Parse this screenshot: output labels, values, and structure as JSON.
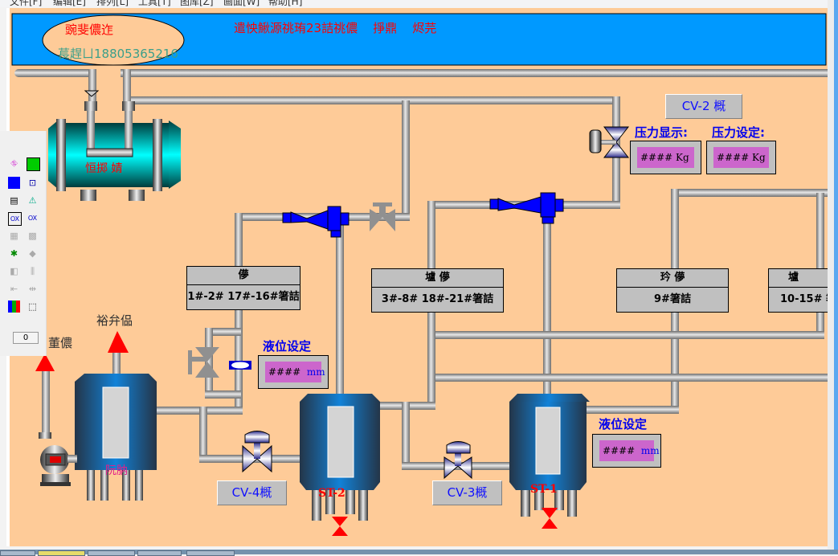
{
  "menubar": {
    "items": [
      "文件[F]",
      "编辑[E]",
      "排列[L]",
      "工具[T]",
      "图库[Z]",
      "画面[W]",
      "帮助[H]"
    ]
  },
  "banner": {
    "company_title": "豌斐儂迮",
    "phone": "萇趕ㄩ18805365216",
    "headline": "遣怏鰍源祧珛23詰祧儂",
    "headline_part2": "掙鼎",
    "headline_part3": "烬芫",
    "colors": {
      "background": "#0099ff",
      "title_red": "#ff0000",
      "phone_teal": "#3a9f8a"
    }
  },
  "equipment": {
    "horizontal_tank_label": "恒掷  婧",
    "left_tank_label": "阮肭",
    "tank_st2_label": "ST-2",
    "tank_st1_label": "ST-1",
    "arrow_label_left": "董儂",
    "arrow_label_mid": "裕弁偘"
  },
  "zone_labels": [
    {
      "header": "儚",
      "body": "1#-2#  17#-16#箸詰"
    },
    {
      "header": "壚      儚",
      "body": "3#-8# 18#-21#箸詰"
    },
    {
      "header": "玪      儚",
      "body": "9#箸詰"
    },
    {
      "header": "壚",
      "body": "10-15#  箸"
    }
  ],
  "valve_buttons": {
    "cv2": "CV-2 概",
    "cv3": "CV-3概",
    "cv4": "CV-4概"
  },
  "pressure": {
    "display_label": "压力显示:",
    "setpoint_label": "压力设定:",
    "display_value": "#### Kg",
    "setpoint_value": "####  Kg"
  },
  "level": {
    "setpoint_label_1": "液位设定",
    "setpoint_value_1": "####",
    "unit_1": "mm",
    "setpoint_label_2": "液位设定",
    "setpoint_value_2": "####",
    "unit_2": "mm"
  },
  "toolbox": {
    "field_value": "0",
    "icons": [
      "drawing-icon",
      "green-panel-icon",
      "blue-rect-icon",
      "spiral-icon",
      "report-icon",
      "alarm-icon",
      "ocx-box-icon",
      "ocx-icon",
      "copy-icon",
      "paste-icon",
      "group-icon",
      "ungroup-icon",
      "align-left-icon",
      "align-center-icon",
      "distribute-h-icon",
      "distribute-v-icon",
      "palette-icon",
      "select-icon"
    ]
  },
  "colors": {
    "canvas_bg": "#fecb98",
    "pipe": "#a8a8a8",
    "valve_blue": "#0000ff",
    "tank_blue": "#1a73b8",
    "alarm_red": "#ff0000",
    "display_magenta": "#cc66cc"
  }
}
